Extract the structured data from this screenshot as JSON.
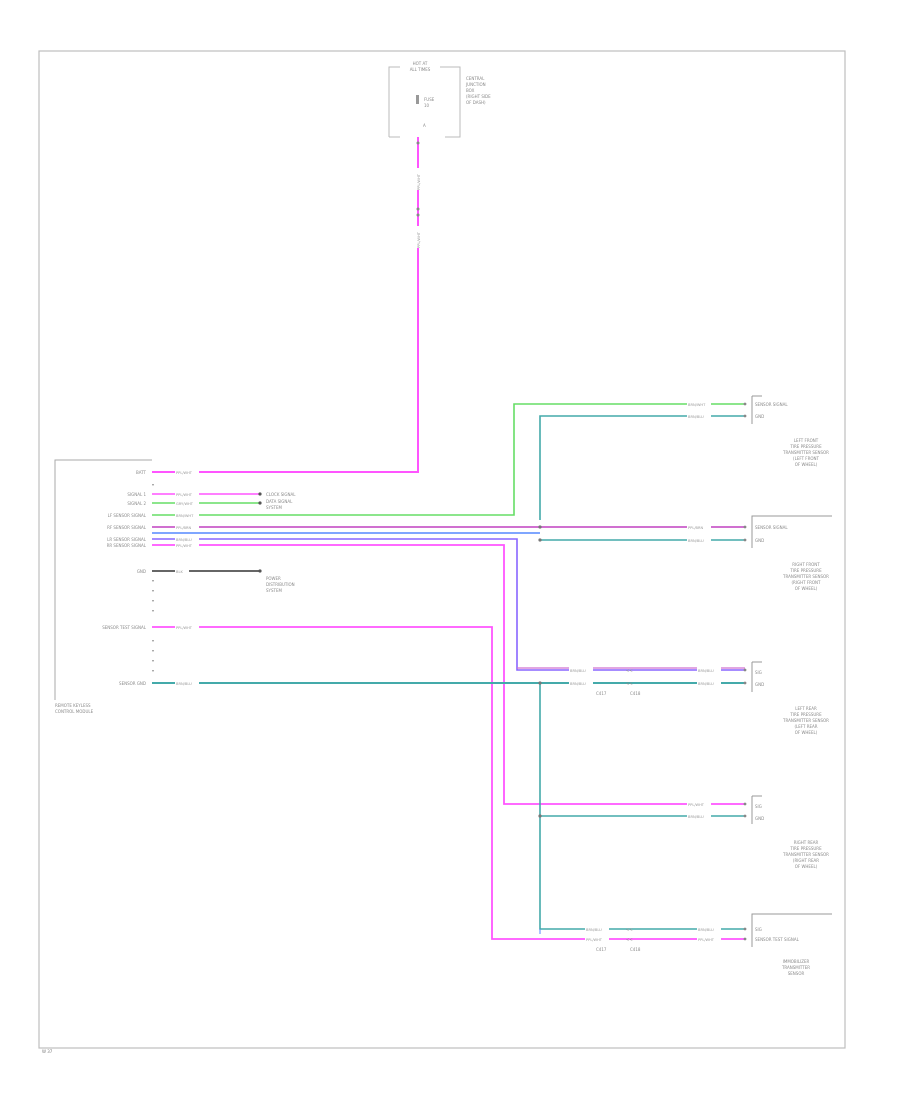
{
  "diagram": {
    "footer_code": "W 37",
    "fuse_box": {
      "header": [
        "HOT AT",
        "ALL TIMES"
      ],
      "fuse_label": "FUSE",
      "fuse_amp": "10",
      "right_text": [
        "CENTRAL",
        "JUNCTION",
        "BOX",
        "(RIGHT SIDE",
        "OF DASH)"
      ],
      "pin": "A"
    },
    "module": {
      "name_lines": [
        "REMOTE KEYLESS",
        "CONTROL MODULE"
      ],
      "pins": [
        "BATT",
        "SIGNAL 1",
        "SIGNAL 2",
        "LF SENSOR SIGNAL",
        "RF SENSOR SIGNAL",
        "LR SENSOR SIGNAL",
        "RR SENSOR SIGNAL",
        "GND",
        "SENSOR TEST SIGNAL",
        "SENSOR GND"
      ]
    },
    "wires": {
      "batt": "PPL/WHT",
      "sig1": "PPL/WHT",
      "sig2": "GRY/WHT",
      "lf": "BRN/WHT",
      "rf": "PPL/BRN",
      "lr": "BRN/BLU",
      "rr": "PPL/WHT",
      "gnd": "BLK",
      "test": "PPL/WHT",
      "sensor_gnd": "BRN/BLU",
      "vertical": "PPL/WHT",
      "lf_sig": "BRN/WHT",
      "lf_gnd": "BRN/BLU",
      "rf_sig": "PPL/BRN",
      "rf_gnd": "BRN/BLU",
      "lr_sig": "BRN/BLU",
      "lr_gnd": "BRN/BLU",
      "rr_sig": "PPL/WHT",
      "rr_gnd": "BRN/BLU",
      "imm_sig": "BRN/BLU",
      "imm_test": "PPL/WHT"
    },
    "splices": {
      "s1": "C417",
      "s2": "C418",
      "s3": "C417",
      "s4": "C418"
    },
    "other_refs": {
      "sig_ref": [
        "CLOCK SIGNAL",
        "DATA SIGNAL",
        "SYSTEM"
      ],
      "gnd_ref": [
        "POWER",
        "DISTRIBUTION",
        "SYSTEM"
      ]
    },
    "sensors": {
      "lf": {
        "name": [
          "LEFT FRONT",
          "TIRE PRESSURE",
          "TRANSMITTER SENSOR",
          "(LEFT FRONT",
          "OF WHEEL)"
        ],
        "pin_sig": "SENSOR SIGNAL",
        "pin_gnd": "GND"
      },
      "rf": {
        "name": [
          "RIGHT FRONT",
          "TIRE PRESSURE",
          "TRANSMITTER SENSOR",
          "(RIGHT FRONT",
          "OF WHEEL)"
        ],
        "pin_sig": "SENSOR SIGNAL",
        "pin_gnd": "GND"
      },
      "lr": {
        "name": [
          "LEFT REAR",
          "TIRE PRESSURE",
          "TRANSMITTER SENSOR",
          "(LEFT REAR",
          "OF WHEEL)"
        ],
        "pin_sig": "SIG",
        "pin_gnd": "GND"
      },
      "rr": {
        "name": [
          "RIGHT REAR",
          "TIRE PRESSURE",
          "TRANSMITTER SENSOR",
          "(RIGHT REAR",
          "OF WHEEL)"
        ],
        "pin_sig": "SIG",
        "pin_gnd": "GND"
      },
      "imm": {
        "name": [
          "IMMOBILIZER",
          "TRANSMITTER",
          "SENSOR"
        ],
        "pin_sig": "SIG",
        "pin_test": "SENSOR TEST SIGNAL"
      }
    }
  }
}
